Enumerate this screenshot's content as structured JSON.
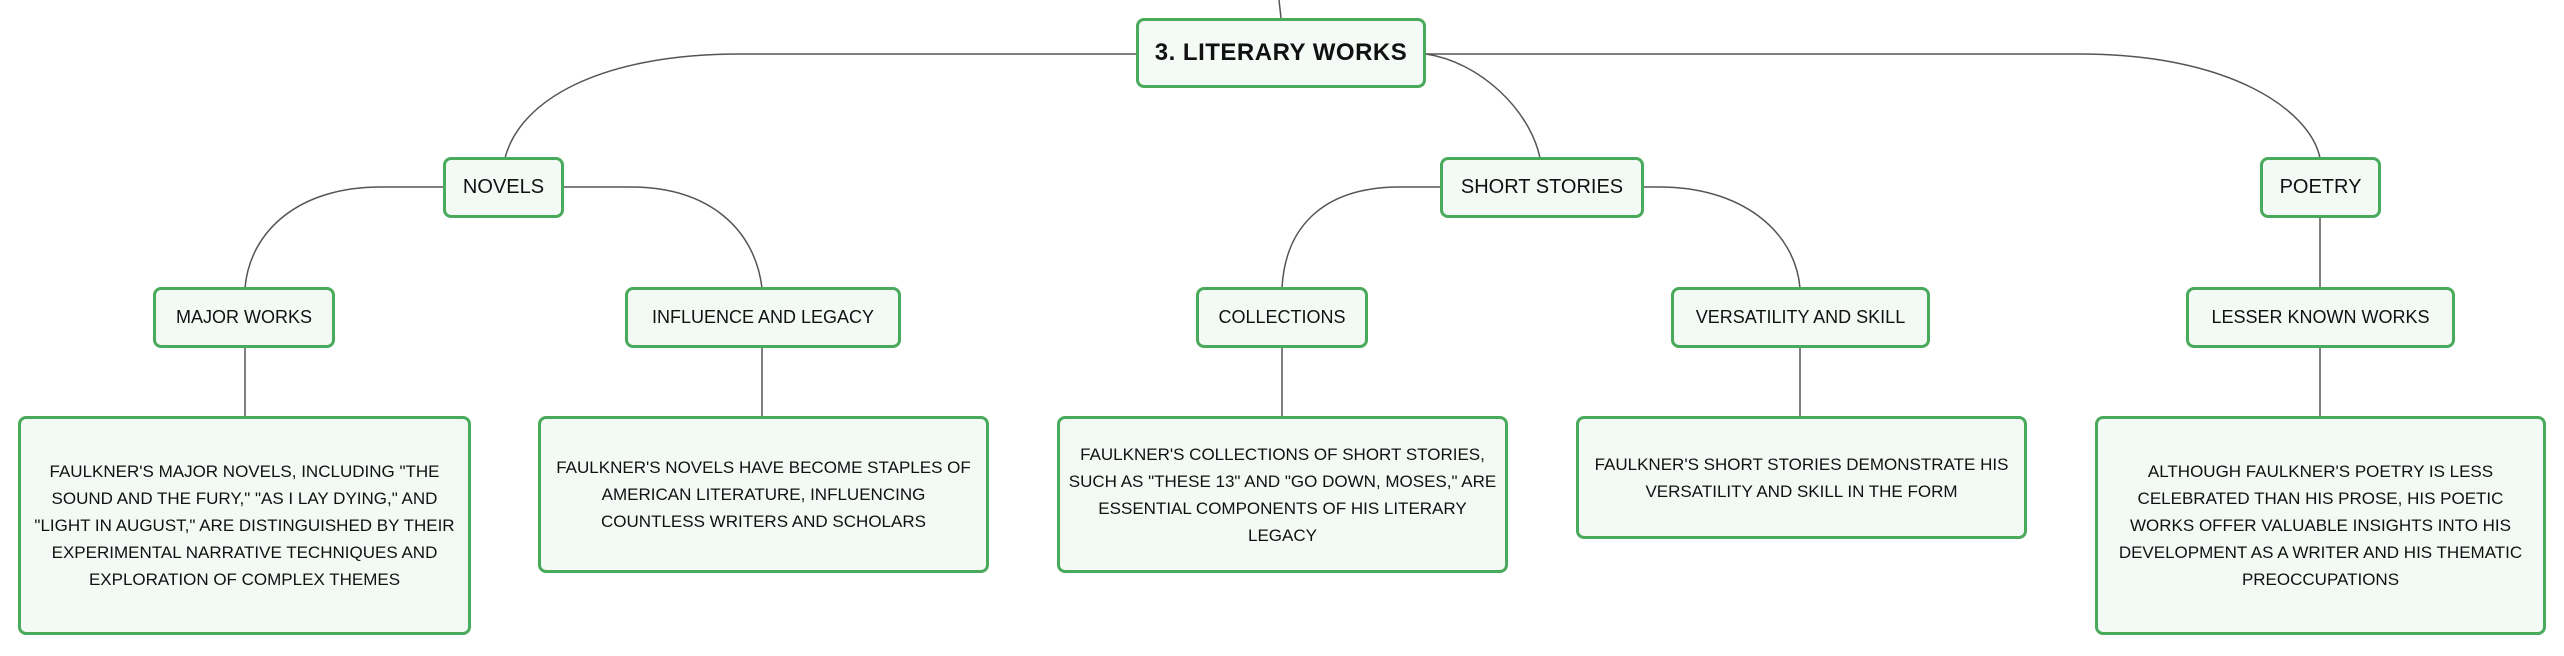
{
  "diagram": {
    "root": {
      "label": "3. LITERARY WORKS"
    },
    "branches": [
      {
        "label": "NOVELS",
        "children": [
          {
            "label": "MAJOR WORKS",
            "detail": "FAULKNER'S MAJOR NOVELS, INCLUDING \"THE SOUND AND THE FURY,\" \"AS I LAY DYING,\" AND \"LIGHT IN AUGUST,\" ARE DISTINGUISHED BY THEIR EXPERIMENTAL NARRATIVE TECHNIQUES AND EXPLORATION OF COMPLEX THEMES"
          },
          {
            "label": "INFLUENCE AND LEGACY",
            "detail": "FAULKNER'S NOVELS HAVE BECOME STAPLES OF AMERICAN LITERATURE, INFLUENCING COUNTLESS WRITERS AND SCHOLARS"
          }
        ]
      },
      {
        "label": "SHORT STORIES",
        "children": [
          {
            "label": "COLLECTIONS",
            "detail": "FAULKNER'S COLLECTIONS OF SHORT STORIES, SUCH AS \"THESE 13\" AND \"GO DOWN, MOSES,\" ARE ESSENTIAL COMPONENTS OF HIS LITERARY LEGACY"
          },
          {
            "label": "VERSATILITY AND SKILL",
            "detail": "FAULKNER'S SHORT STORIES DEMONSTRATE HIS VERSATILITY AND SKILL IN THE FORM"
          }
        ]
      },
      {
        "label": "POETRY",
        "children": [
          {
            "label": "LESSER KNOWN WORKS",
            "detail": "ALTHOUGH FAULKNER'S POETRY IS LESS CELEBRATED THAN HIS PROSE, HIS POETIC WORKS OFFER VALUABLE INSIGHTS INTO HIS DEVELOPMENT AS A WRITER AND HIS THEMATIC PREOCCUPATIONS"
          }
        ]
      }
    ]
  },
  "colors": {
    "node_border": "#4aaa5c",
    "node_fill": "#f3f9f4",
    "connector": "#555555",
    "text": "#111111"
  }
}
